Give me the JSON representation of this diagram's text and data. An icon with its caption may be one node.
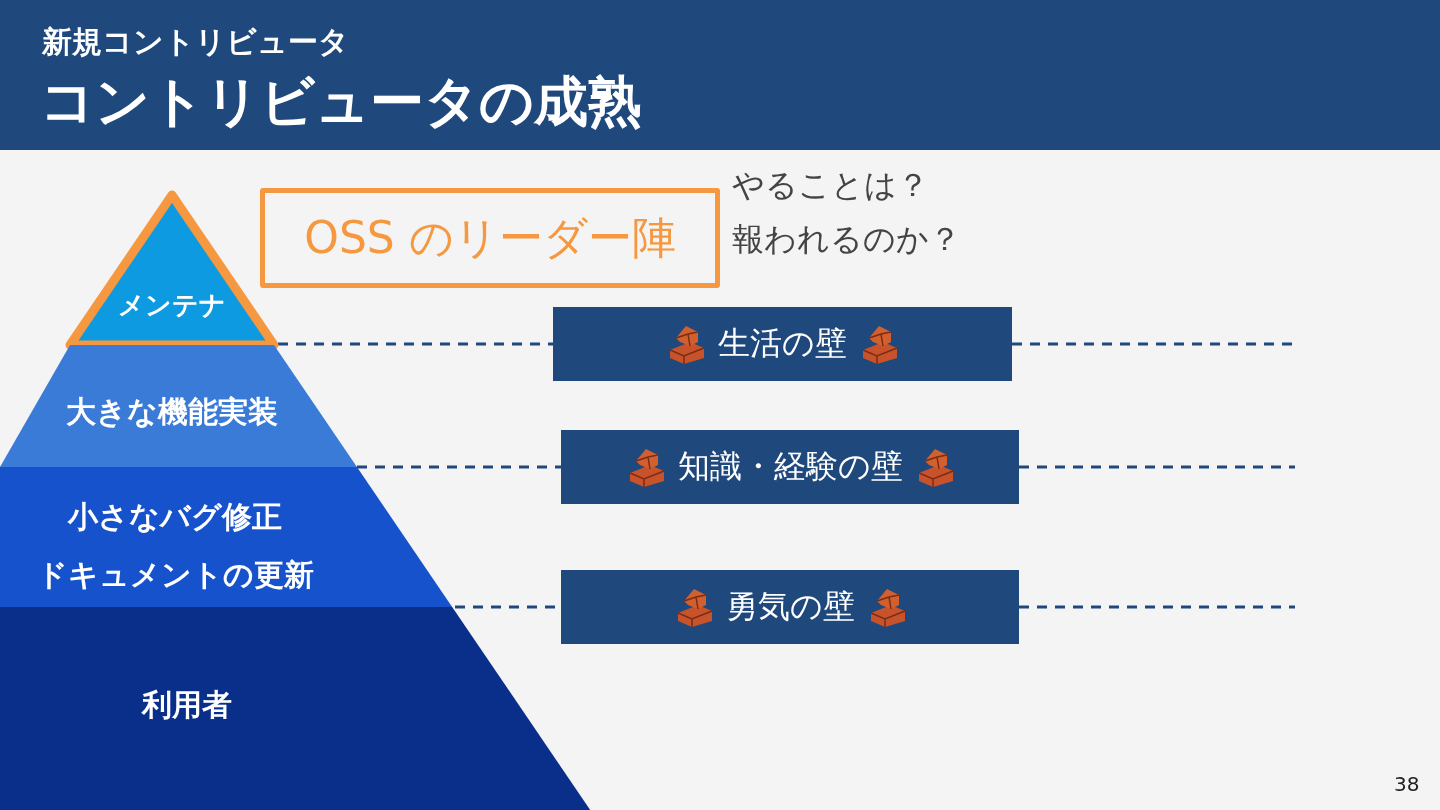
{
  "diagram": {
    "title": "コントリビュータの成熟",
    "nodes": [
      {
        "text": [
          "メンテナ"
        ]
      },
      {
        "text": [
          "大きな機能実装"
        ]
      },
      {
        "text": [
          "小さなバグ修正",
          "ドキュメントの更新"
        ]
      },
      {
        "text": [
          "利用者"
        ]
      },
      {
        "text": [
          "OSS のリーダー陣"
        ]
      },
      {
        "text": [
          "生活の壁"
        ]
      },
      {
        "text": [
          "知識・経験の壁"
        ]
      },
      {
        "text": [
          "勇気の壁"
        ]
      }
    ],
    "labels": [
      "新規コントリビュータ",
      "やることは？",
      "報われるのか？",
      "38"
    ]
  }
}
